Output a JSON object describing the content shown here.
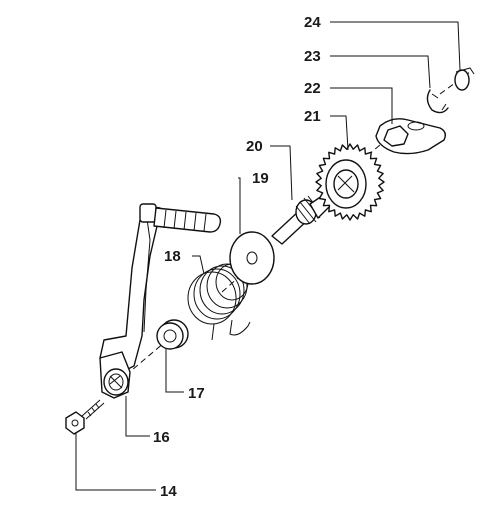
{
  "callouts": {
    "p14": "14",
    "p16": "16",
    "p17": "17",
    "p18": "18",
    "p19": "19",
    "p20": "20",
    "p21": "21",
    "p22": "22",
    "p23": "23",
    "p24": "24"
  }
}
